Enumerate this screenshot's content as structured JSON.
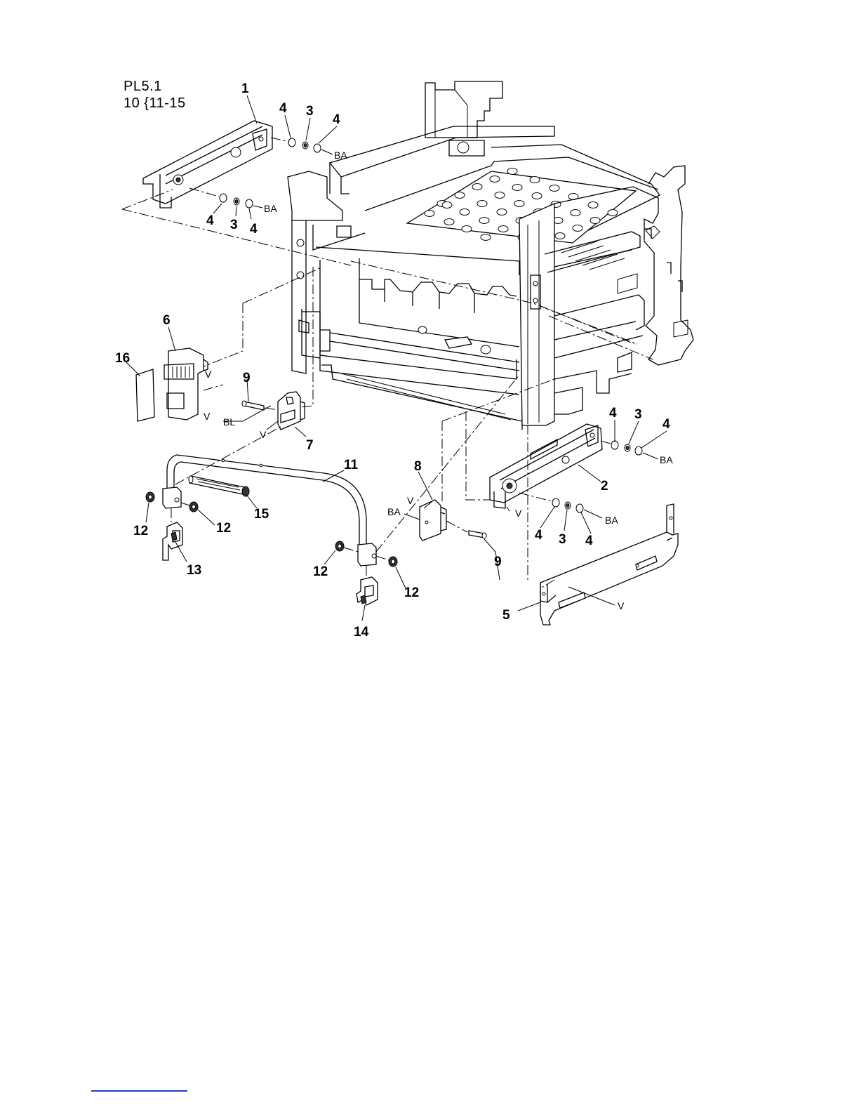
{
  "header": {
    "plate_id": "PL5.1",
    "subassembly_note": "10 {11-15"
  },
  "callouts": {
    "c1": "1",
    "c2": "2",
    "c3a": "3",
    "c3b": "3",
    "c3c": "3",
    "c3d": "3",
    "c4a": "4",
    "c4b": "4",
    "c4c": "4",
    "c4d": "4",
    "c4e": "4",
    "c4f": "4",
    "c4g": "4",
    "c4h": "4",
    "c5": "5",
    "c6": "6",
    "c7": "7",
    "c8": "8",
    "c9a": "9",
    "c9b": "9",
    "c11": "11",
    "c12a": "12",
    "c12b": "12",
    "c12c": "12",
    "c12d": "12",
    "c13": "13",
    "c14": "14",
    "c15": "15",
    "c16": "16"
  },
  "tags": {
    "ba1": "BA",
    "ba2": "BA",
    "ba3": "BA",
    "ba4": "BA",
    "ba5": "BA",
    "v1": "V",
    "v2": "V",
    "v3": "V",
    "v4": "V",
    "v5": "V",
    "v6": "V",
    "bl1": "BL"
  },
  "colors": {
    "line": "#000000",
    "footer_rule": "#1f3fbf"
  }
}
